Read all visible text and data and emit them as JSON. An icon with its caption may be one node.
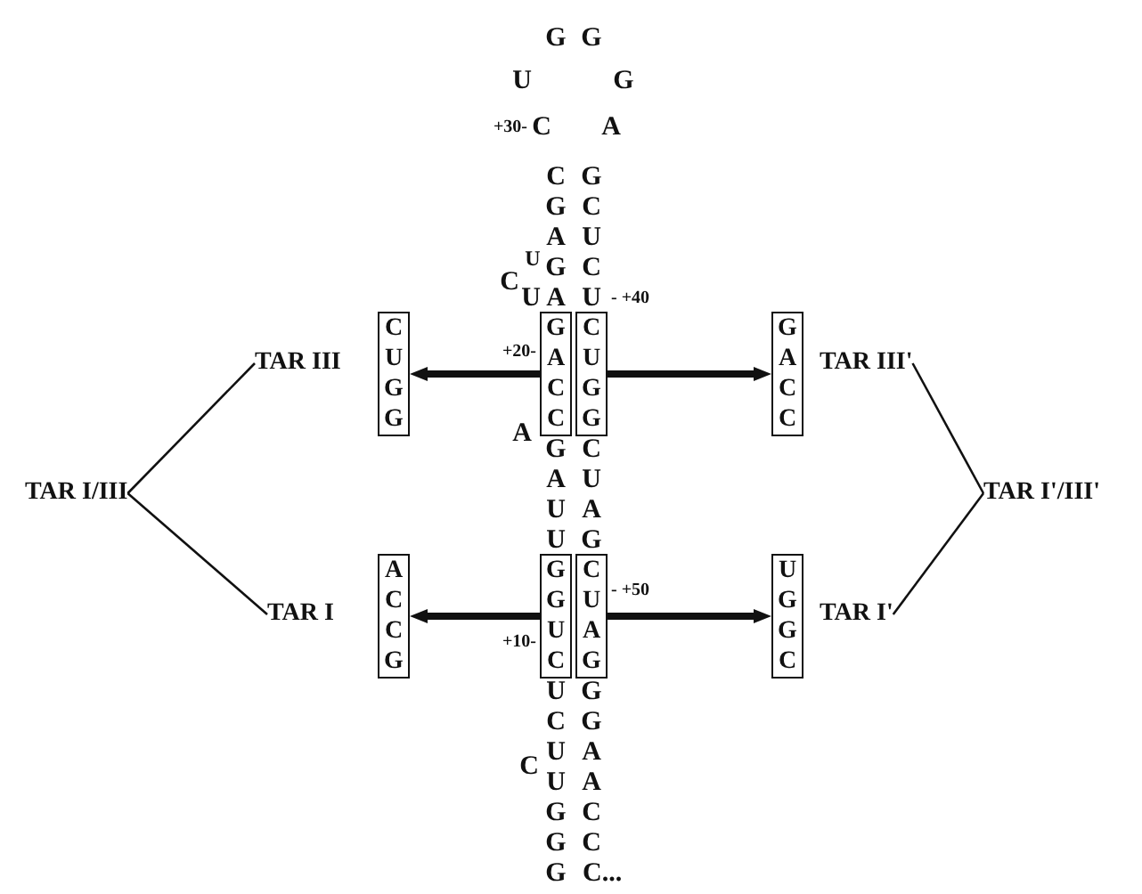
{
  "diagram": {
    "nodes": [
      {
        "text": [
          "TAR I/III"
        ]
      },
      {
        "text": [
          "TAR III"
        ]
      },
      {
        "text": [
          "C U G G"
        ]
      },
      {
        "text": [
          "G A C C"
        ]
      },
      {
        "text": [
          "C U G G"
        ]
      },
      {
        "text": [
          "G A C C"
        ]
      },
      {
        "text": [
          "TAR III'"
        ]
      },
      {
        "text": [
          "TAR I'/III'"
        ]
      },
      {
        "text": [
          "TAR I"
        ]
      },
      {
        "text": [
          "A C C G"
        ]
      },
      {
        "text": [
          "G G U C"
        ]
      },
      {
        "text": [
          "C U A G"
        ]
      },
      {
        "text": [
          "U G G C"
        ]
      },
      {
        "text": [
          "TAR I'"
        ]
      }
    ],
    "edges": [
      {
        "from": 0,
        "to": 1,
        "arrow": "none"
      },
      {
        "from": 0,
        "to": 8,
        "arrow": "none"
      },
      {
        "from": 3,
        "to": 2,
        "arrow": "to",
        "style": "thick"
      },
      {
        "from": 4,
        "to": 5,
        "arrow": "to",
        "style": "thick"
      },
      {
        "from": 7,
        "to": 6,
        "arrow": "none"
      },
      {
        "from": 7,
        "to": 13,
        "arrow": "none"
      },
      {
        "from": 10,
        "to": 9,
        "arrow": "to",
        "style": "thick"
      },
      {
        "from": 11,
        "to": 12,
        "arrow": "to",
        "style": "thick"
      }
    ],
    "labels": [
      "G",
      "G",
      "U",
      "G",
      "+30-",
      "C",
      "A",
      "C",
      "G",
      "G",
      "C",
      "A",
      "U",
      "U",
      "G",
      "C",
      "C",
      "U",
      "A",
      "U",
      "- +40",
      "+20-",
      "A",
      "G",
      "C",
      "A",
      "U",
      "U",
      "A",
      "U",
      "G",
      "- +50",
      "+10-",
      "U",
      "G",
      "C",
      "G",
      "U",
      "A",
      "C",
      "U",
      "A",
      "G",
      "C",
      "G",
      "C",
      "G",
      "C..."
    ]
  }
}
